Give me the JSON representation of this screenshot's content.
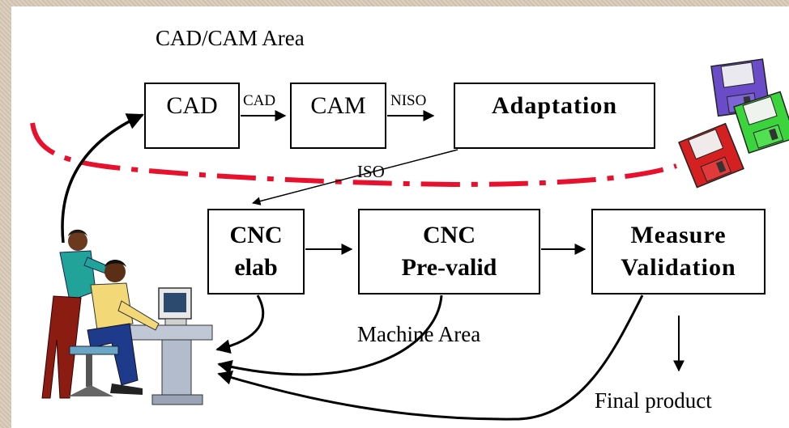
{
  "areas": {
    "cadcam": "CAD/CAM Area",
    "machine": "Machine Area"
  },
  "boxes": {
    "cad": "CAD",
    "cam": "CAM",
    "adaptation": "Adaptation",
    "cnc_elab": {
      "line1": "CNC",
      "line2": "elab"
    },
    "cnc_prevalid": {
      "line1": "CNC",
      "line2": "Pre-valid"
    },
    "measure_validation": {
      "line1": "Measure",
      "line2": "Validation"
    }
  },
  "arrow_labels": {
    "cad": "CAD",
    "niso": "NISO",
    "iso": "ISO"
  },
  "final": "Final product",
  "colors": {
    "dashed_line": "#e8112d",
    "disk_blue": "#6a4cc8",
    "disk_green": "#3cd43c",
    "disk_red": "#d42020"
  }
}
